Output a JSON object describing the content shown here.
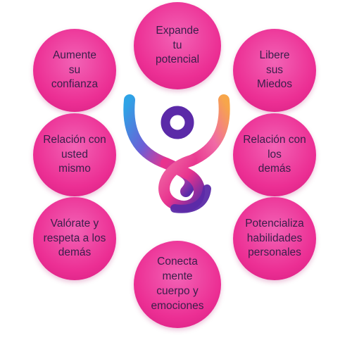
{
  "bubbles": {
    "expande": "Expande\ntu\npotencial",
    "aumente": "Aumente\nsu\nconfianza",
    "libere": "Libere\nsus\nMiedos",
    "relacion_usted": "Relación con\nusted\nmismo",
    "relacion_demas": "Relación con\nlos\ndemás",
    "valorate": "Valórate y\nrespeta a los\ndemás",
    "potencializa": "Potencializa\nhabilidades\npersonales",
    "conecta": "Conecta\nmente\ncuerpo y\nemociones"
  },
  "logo": {
    "icon": "human-figure-logo-icon",
    "colors": {
      "blue": "#2ea3e6",
      "purple": "#5b2aa8",
      "magenta": "#e8338e",
      "pink": "#f06aa6",
      "orange": "#f7a64a"
    }
  },
  "bubble_color": "#ec2f94",
  "text_color": "#3a1e4a"
}
